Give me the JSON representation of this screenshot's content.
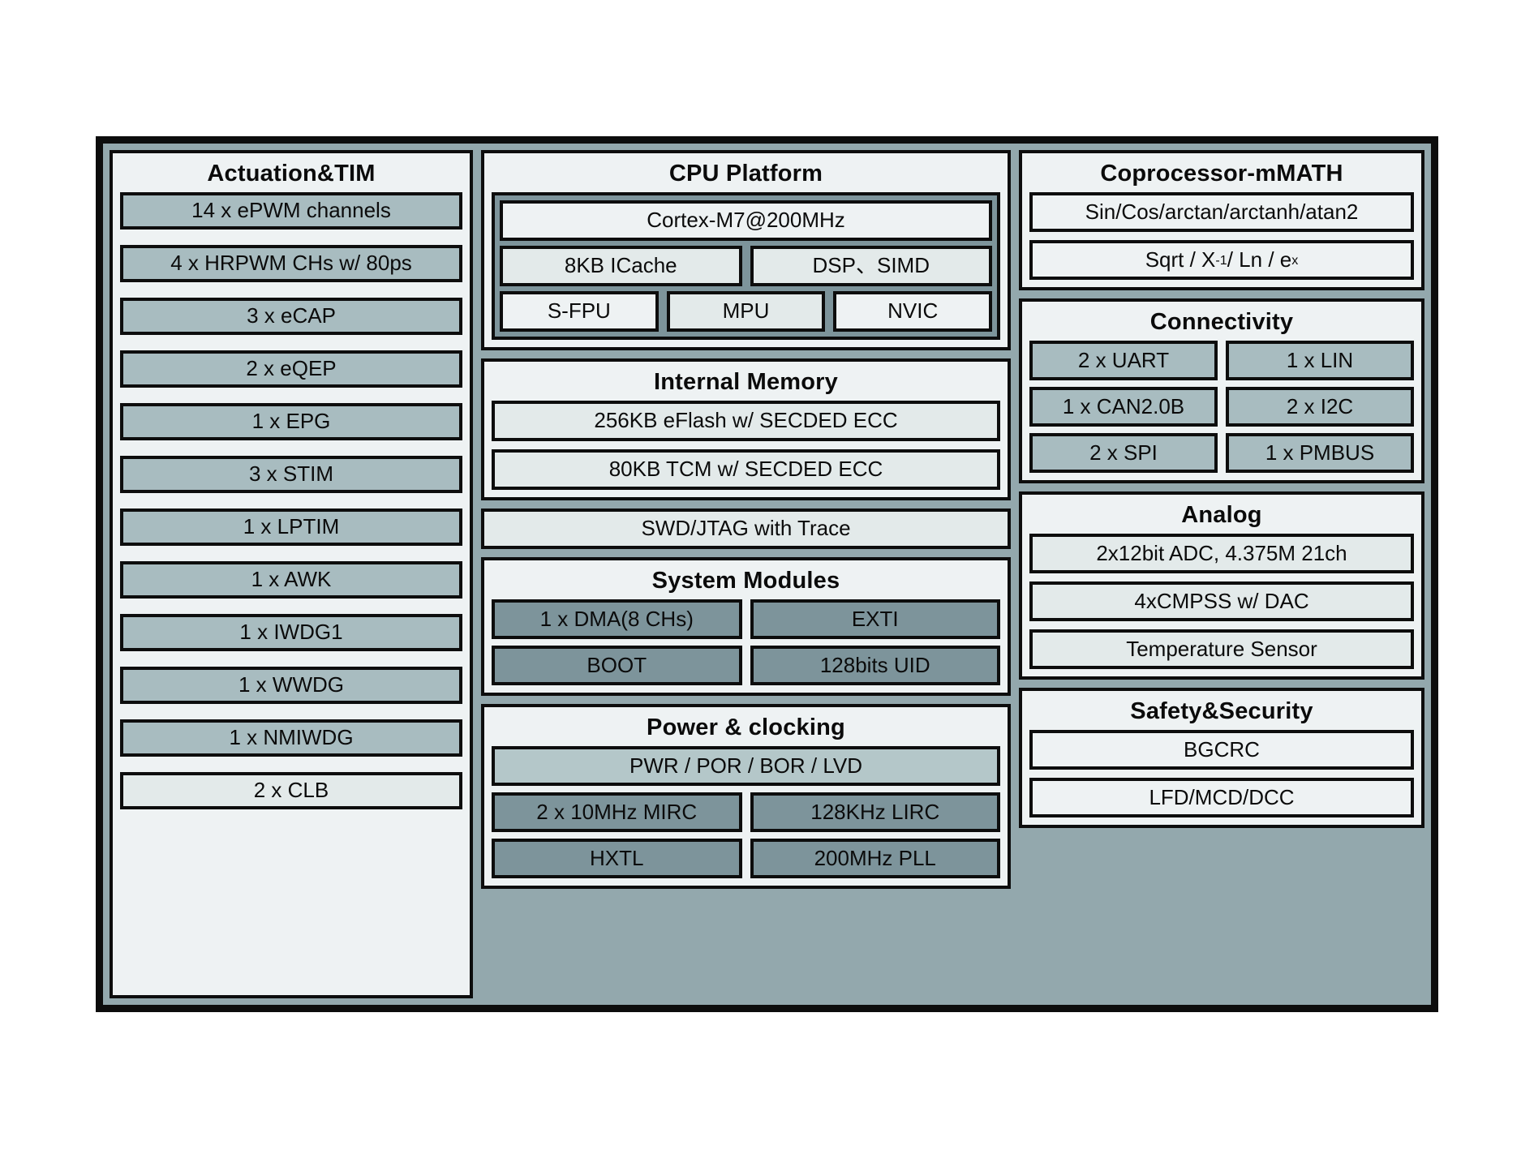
{
  "diagram": {
    "title_hidden": "MCU block diagram",
    "columns": {
      "left": {
        "group": {
          "title": "Actuation&TIM",
          "items": [
            {
              "label": "14 x ePWM channels",
              "fill": "medium"
            },
            {
              "label": "4 x HRPWM CHs w/ 80ps",
              "fill": "medium"
            },
            {
              "label": "3 x eCAP",
              "fill": "medium"
            },
            {
              "label": "2 x eQEP",
              "fill": "medium"
            },
            {
              "label": "1 x EPG",
              "fill": "medium"
            },
            {
              "label": "3 x STIM",
              "fill": "medium"
            },
            {
              "label": "1 x LPTIM",
              "fill": "medium"
            },
            {
              "label": "1 x AWK",
              "fill": "medium"
            },
            {
              "label": "1 x IWDG1",
              "fill": "medium"
            },
            {
              "label": "1 x WWDG",
              "fill": "medium"
            },
            {
              "label": "1 x NMIWDG",
              "fill": "medium"
            },
            {
              "label": "2 x CLB",
              "fill": "light"
            }
          ]
        }
      },
      "middle": {
        "cpu": {
          "title": "CPU Platform",
          "core": "Cortex-M7@200MHz",
          "row_a": [
            "8KB ICache",
            "DSP、SIMD"
          ],
          "row_b": [
            "S-FPU",
            "MPU",
            "NVIC"
          ]
        },
        "memory": {
          "title": "Internal Memory",
          "items": [
            "256KB eFlash w/ SECDED ECC",
            "80KB TCM w/ SECDED ECC"
          ]
        },
        "debug": {
          "label": "SWD/JTAG with Trace"
        },
        "system_modules": {
          "title": "System Modules",
          "row_a": [
            "1 x DMA(8 CHs)",
            "EXTI"
          ],
          "row_b": [
            "BOOT",
            "128bits UID"
          ]
        },
        "power_clocking": {
          "title": "Power & clocking",
          "full": "PWR / POR / BOR / LVD",
          "row_a": [
            "2 x 10MHz MIRC",
            "128KHz LIRC"
          ],
          "row_b": [
            "HXTL",
            "200MHz PLL"
          ]
        }
      },
      "right": {
        "coprocessor": {
          "title": "Coprocessor-mMATH",
          "items_plain": [
            "Sin/Cos/arctan/arctanh/atan2"
          ],
          "item_rich": {
            "p1": "Sqrt / X",
            "sup1": "-1",
            "p2": " / Ln / e",
            "sup2": "x"
          }
        },
        "connectivity": {
          "title": "Connectivity",
          "row_a": [
            "2 x UART",
            "1 x LIN"
          ],
          "row_b": [
            "1 x CAN2.0B",
            "2 x I2C"
          ],
          "row_c": [
            "2 x SPI",
            "1 x PMBUS"
          ]
        },
        "analog": {
          "title": "Analog",
          "items": [
            "2x12bit ADC, 4.375M 21ch",
            "4xCMPSS w/ DAC",
            "Temperature Sensor"
          ]
        },
        "safety": {
          "title": "Safety&Security",
          "items": [
            "BGCRC",
            "LFD/MCD/DCC"
          ]
        }
      }
    },
    "colors": {
      "chip_background": "#93a8ad",
      "panel_background": "#eef2f3",
      "block_medium": "#a8bcc0",
      "block_light": "#e3eaea",
      "block_dark": "#7d949b",
      "block_pale": "#b4c7c9",
      "outline": "#0d0d0d"
    }
  }
}
